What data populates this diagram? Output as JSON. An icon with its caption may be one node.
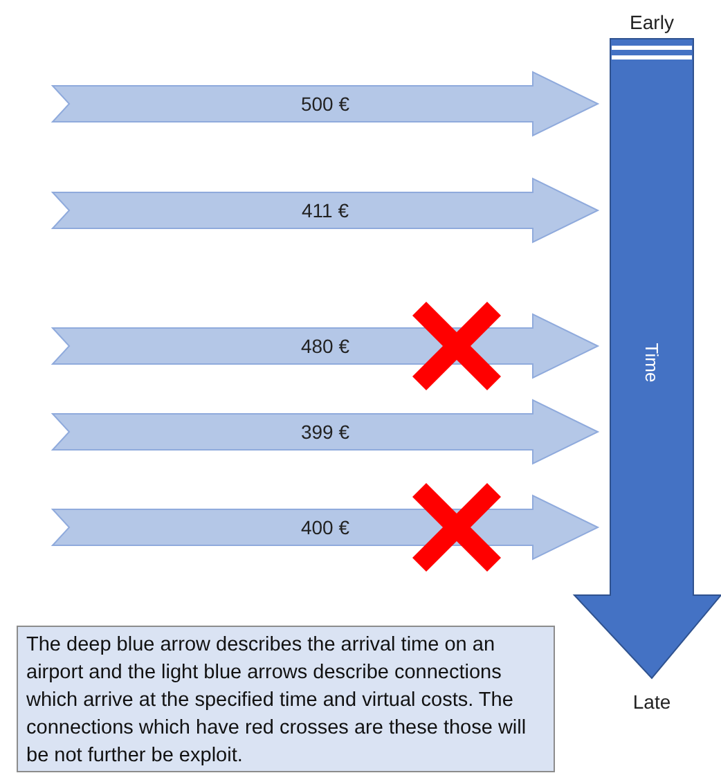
{
  "diagram": {
    "nodes": [
      {
        "text": [
          "Time"
        ],
        "beside": [
          "Early",
          "Late"
        ]
      },
      {
        "text": [
          "500 €"
        ]
      },
      {
        "text": [
          "411 €"
        ]
      },
      {
        "text": [
          "480 €"
        ]
      },
      {
        "text": [
          "399 €"
        ]
      },
      {
        "text": [
          "400 €"
        ]
      },
      {
        "text": [
          "The deep blue arrow describes the arrival time on an airport and the light blue arrows describe connections which arrive at the specified time and virtual costs. The connections which have red crosses are these those will be not further be exploit."
        ]
      }
    ],
    "edges": []
  }
}
